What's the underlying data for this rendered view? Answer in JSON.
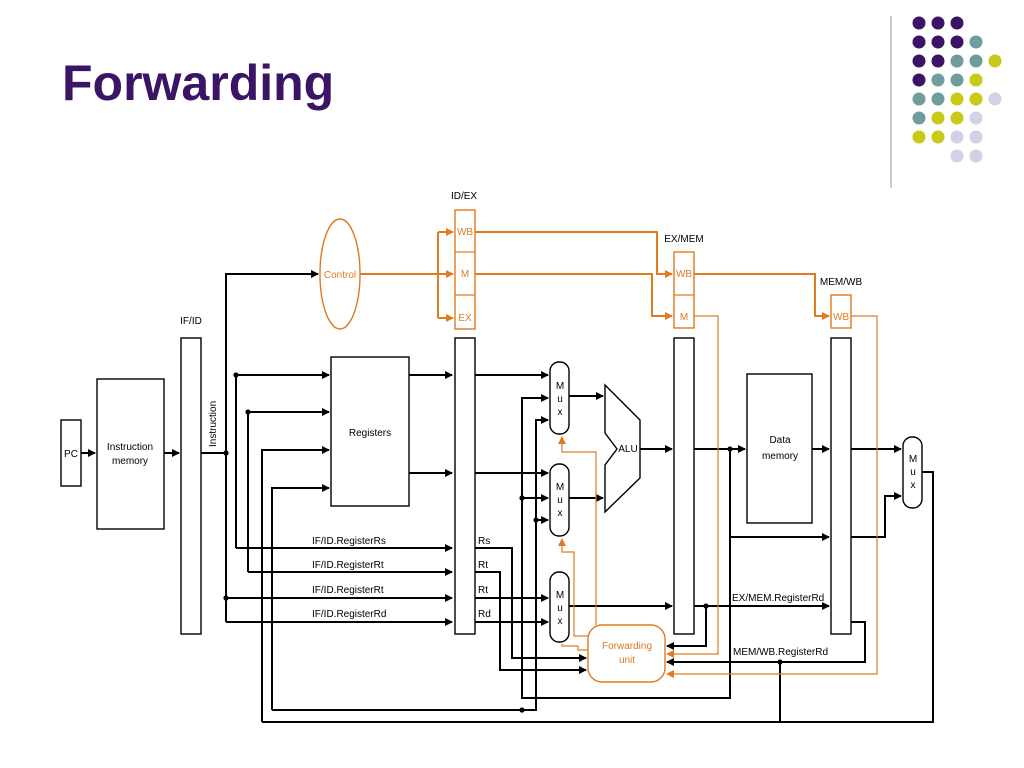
{
  "slide": {
    "title": "Forwarding",
    "colors": {
      "title": "#3b1465",
      "purple": "#3b1465",
      "teal": "#6f9c9c",
      "yellow": "#c9c918",
      "lavender": "#d2d2e6",
      "control_orange": "#e07b1f"
    }
  },
  "diagram": {
    "pipeline_registers": {
      "if_id": "IF/ID",
      "id_ex": "ID/EX",
      "ex_mem": "EX/MEM",
      "mem_wb": "MEM/WB"
    },
    "control_fields": {
      "wb": "WB",
      "m": "M",
      "ex": "EX"
    },
    "blocks": {
      "pc": "PC",
      "instruction_memory": [
        "Instruction",
        "memory"
      ],
      "instruction": "Instruction",
      "registers": "Registers",
      "control": "Control",
      "alu": "ALU",
      "data_memory": [
        "Data",
        "memory"
      ],
      "forwarding_unit": [
        "Forwarding",
        "unit"
      ],
      "mux_letters": [
        "M",
        "u",
        "x"
      ]
    },
    "signals": {
      "rs": "IF/ID.RegisterRs",
      "rt1": "IF/ID.RegisterRt",
      "rt2": "IF/ID.RegisterRt",
      "rd": "IF/ID.RegisterRd",
      "rs_short": "Rs",
      "rt_short1": "Rt",
      "rt_short2": "Rt",
      "rd_short": "Rd",
      "ex_mem_rd": "EX/MEM.RegisterRd",
      "mem_wb_rd": "MEM/WB.RegisterRd"
    }
  }
}
